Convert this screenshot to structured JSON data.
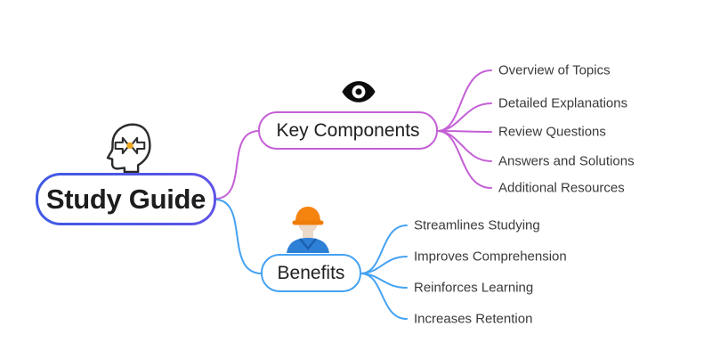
{
  "canvas": {
    "background": "#ffffff"
  },
  "root": {
    "label": "Study Guide",
    "icon": "head-profile-arrows-icon",
    "border_color": "#4b55e2"
  },
  "branches": [
    {
      "label": "Key Components",
      "icon": "eye-icon",
      "color": "#c45fd6",
      "children": [
        "Overview of Topics",
        "Detailed Explanations",
        "Review Questions",
        "Answers and Solutions",
        "Additional Resources"
      ]
    },
    {
      "label": "Benefits",
      "icon": "construction-worker-icon",
      "color": "#45a2f2",
      "children": [
        "Streamlines Studying",
        "Improves Comprehension",
        "Reinforces Learning",
        "Increases Retention"
      ]
    }
  ]
}
